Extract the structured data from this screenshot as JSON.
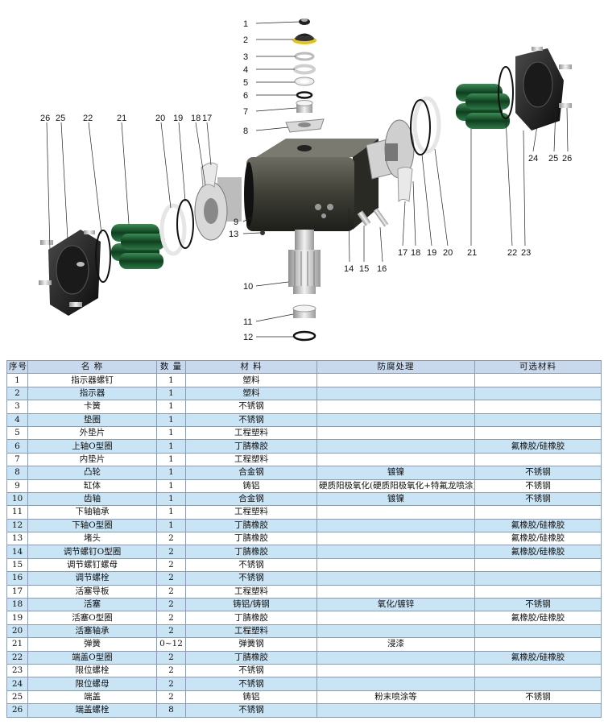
{
  "callouts": {
    "top": [
      "1",
      "2",
      "3",
      "4",
      "5",
      "6",
      "7",
      "8",
      "9",
      "13",
      "10",
      "11",
      "12"
    ],
    "left": [
      "26",
      "25",
      "22",
      "21",
      "20",
      "19",
      "18",
      "17"
    ],
    "right": [
      "14",
      "15",
      "16",
      "17",
      "18",
      "19",
      "20",
      "21",
      "22",
      "23",
      "24",
      "25",
      "26"
    ]
  },
  "table": {
    "headers": [
      "序号",
      "名  称",
      "数 量",
      "材  料",
      "防腐处理",
      "可选材料"
    ],
    "rows": [
      [
        "1",
        "指示器螺钉",
        "1",
        "塑料",
        "",
        ""
      ],
      [
        "2",
        "指示器",
        "1",
        "塑料",
        "",
        ""
      ],
      [
        "3",
        "卡簧",
        "1",
        "不锈钢",
        "",
        ""
      ],
      [
        "4",
        "垫圈",
        "1",
        "不锈钢",
        "",
        ""
      ],
      [
        "5",
        "外垫片",
        "1",
        "工程塑料",
        "",
        ""
      ],
      [
        "6",
        "上轴O型圈",
        "1",
        "丁腈橡胶",
        "",
        "氟橡胶/硅橡胶"
      ],
      [
        "7",
        "内垫片",
        "1",
        "工程塑料",
        "",
        ""
      ],
      [
        "8",
        "凸轮",
        "1",
        "合金钢",
        "镀镍",
        "不锈钢"
      ],
      [
        "9",
        "缸体",
        "1",
        "铸铝",
        "硬质阳极氧化(硬质阳极氧化+特氟龙喷涂)",
        "不锈钢"
      ],
      [
        "10",
        "齿轴",
        "1",
        "合金钢",
        "镀镍",
        "不锈钢"
      ],
      [
        "11",
        "下轴轴承",
        "1",
        "工程塑料",
        "",
        ""
      ],
      [
        "12",
        "下轴O型圈",
        "1",
        "丁腈橡胶",
        "",
        "氟橡胶/硅橡胶"
      ],
      [
        "13",
        "堵头",
        "2",
        "丁腈橡胶",
        "",
        "氟橡胶/硅橡胶"
      ],
      [
        "14",
        "调节螺钉O型圈",
        "2",
        "丁腈橡胶",
        "",
        "氟橡胶/硅橡胶"
      ],
      [
        "15",
        "调节螺钉螺母",
        "2",
        "不锈钢",
        "",
        ""
      ],
      [
        "16",
        "调节螺栓",
        "2",
        "不锈钢",
        "",
        ""
      ],
      [
        "17",
        "活塞导板",
        "2",
        "工程塑料",
        "",
        ""
      ],
      [
        "18",
        "活塞",
        "2",
        "铸铝/铸钢",
        "氧化/镀锌",
        "不锈钢"
      ],
      [
        "19",
        "活塞O型圈",
        "2",
        "丁腈橡胶",
        "",
        "氟橡胶/硅橡胶"
      ],
      [
        "20",
        "活塞轴承",
        "2",
        "工程塑料",
        "",
        ""
      ],
      [
        "21",
        "弹簧",
        "0~12",
        "弹簧钢",
        "浸漆",
        ""
      ],
      [
        "22",
        "端盖O型圈",
        "2",
        "丁腈橡胶",
        "",
        "氟橡胶/硅橡胶"
      ],
      [
        "23",
        "限位螺栓",
        "2",
        "不锈钢",
        "",
        ""
      ],
      [
        "24",
        "限位螺母",
        "2",
        "不锈钢",
        "",
        ""
      ],
      [
        "25",
        "端盖",
        "2",
        "铸铝",
        "粉末喷涂等",
        "不锈钢"
      ],
      [
        "26",
        "端盖螺栓",
        "8",
        "不锈钢",
        "",
        ""
      ]
    ]
  }
}
